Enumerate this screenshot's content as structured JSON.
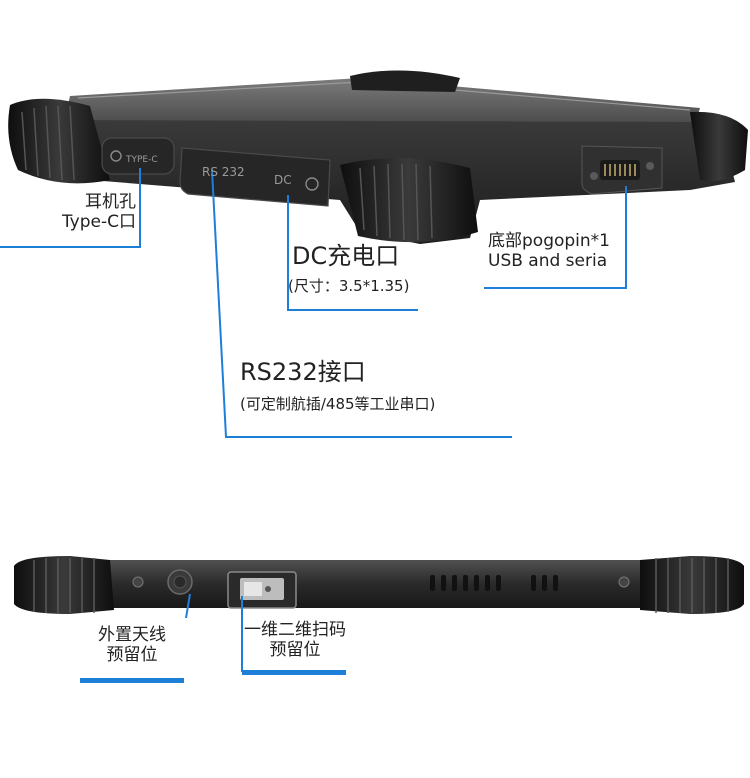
{
  "labels": {
    "headphone": {
      "line1": "耳机孔",
      "line2": "Type-C口"
    },
    "pogopin": {
      "line1": "底部pogopin*1",
      "line2": "USB and seria"
    },
    "dc": {
      "title": "DC充电口",
      "sub": "(尺寸：3.5*1.35)"
    },
    "rs232": {
      "title": "RS232接口",
      "sub": "(可定制航插/485等工业串口)"
    },
    "antenna": {
      "line1": "外置天线",
      "line2": "预留位"
    },
    "scanner": {
      "line1": "一维二维扫码",
      "line2": "预留位"
    }
  },
  "device_printed": {
    "typec": "TYPE-C",
    "rs232": "RS 232",
    "dc": "DC"
  },
  "colors": {
    "accent": "#1e7fd8",
    "device": "#2b2b2b",
    "rubber": "#1a1a1a"
  }
}
